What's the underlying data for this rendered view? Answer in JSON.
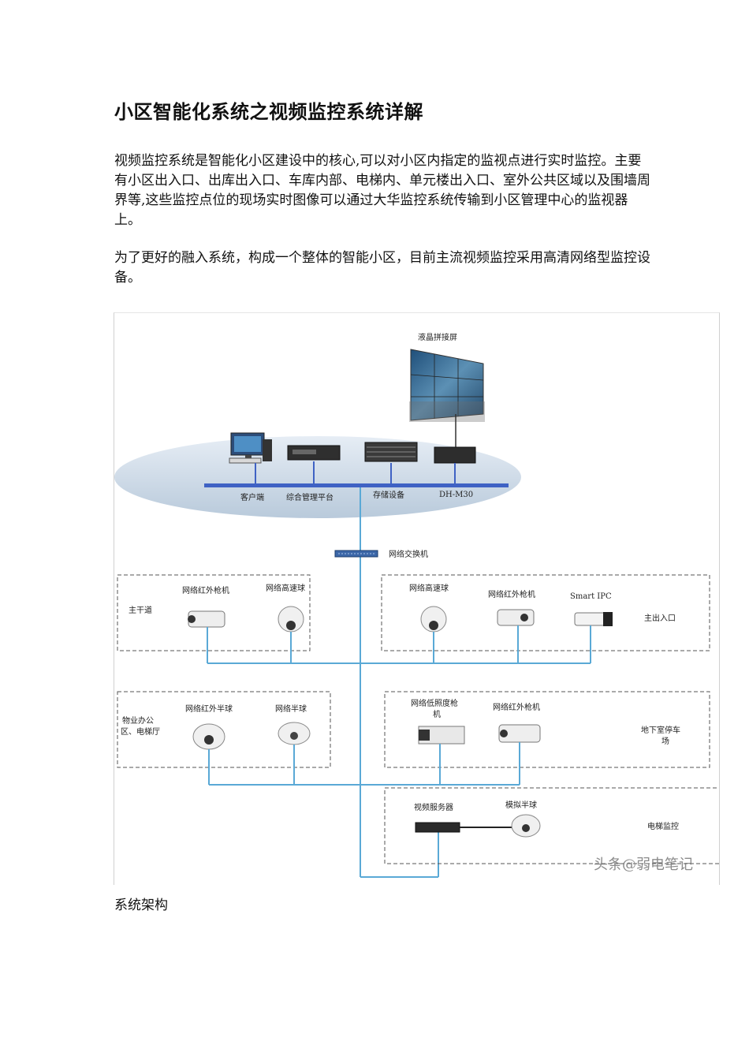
{
  "title": "小区智能化系统之视频监控系统详解",
  "paragraphs": [
    "视频监控系统是智能化小区建设中的核心,可以对小区内指定的监视点进行实时监控。主要有小区出入口、出库出入口、车库内部、电梯内、单元楼出入口、室外公共区域以及围墙周界等,这些监控点位的现场实时图像可以通过大华监控系统传输到小区管理中心的监视器上。",
    "为了更好的融入系统，构成一个整体的智能小区，目前主流视频监控采用高清网络型监控设备。"
  ],
  "diagram": {
    "video_wall": "液晶拼接屏",
    "core_devices": [
      "客户端",
      "综合管理平台",
      "存储设备",
      "DH-M30"
    ],
    "switch": "网络交换机",
    "zones": {
      "trunk_road": {
        "label": "主干道",
        "devices": [
          "网络红外枪机",
          "网络高速球"
        ]
      },
      "main_entrance": {
        "label": "主出入口",
        "devices": [
          "网络高速球",
          "网络红外枪机",
          "Smart IPC"
        ]
      },
      "property_office": {
        "label": "物业办公区、电梯厅",
        "devices": [
          "网络红外半球",
          "网络半球"
        ]
      },
      "underground_parking": {
        "label": "地下室停车场",
        "devices": [
          "网络低照度枪机",
          "网络红外枪机"
        ]
      },
      "elevator": {
        "label": "电梯监控",
        "devices": [
          "视频服务器",
          "模拟半球"
        ]
      }
    },
    "watermark": "头条@弱电笔记"
  },
  "caption": "系统架构"
}
